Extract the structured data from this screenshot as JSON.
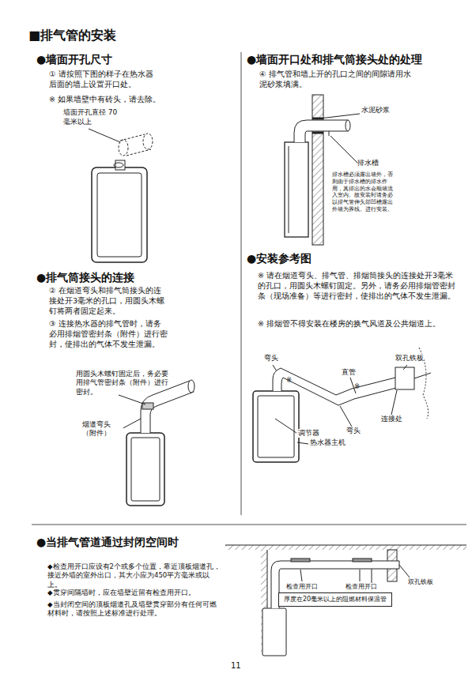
{
  "diagram": {
    "title": "■排气管的安装",
    "nodes": [
      {
        "text": [
          "厚度在20毫米以上的阻燃材料保温管"
        ]
      }
    ],
    "edges": [],
    "labels": [
      "●墙面开孔尺寸",
      "① 请按照下图的样子在热水器后面的墙上设置开口处。",
      "※ 如果墙壁中有砖头，请去除。",
      "墙面开孔直径 70毫米以上",
      "●墙面开口处和排气筒接头处的处理",
      "④ 排气管和墙上开的孔口之间的间隙请用水泥砂浆填满。",
      "水泥砂浆",
      "排水槽",
      "排水槽必须露出墙外，否则由于排水槽的排水作用，其排出的水会顺墙流入室内。故安装时请务必以排气管伸头部凹槽露出外墙为界线。进行安装。",
      "●排气筒接头的连接",
      "② 在烟道弯头和排气筒接头的连接处开3毫米的孔口，用圆头木螺钉将两者固定起来。",
      "③ 连接热水器的排气管时，请务必用排烟管密封条（附件）进行密封，使排出的气体不发生泄漏。",
      "用圆头木螺钉固定后，务必要用排气管密封条（附件）进行密封。",
      "烟道弯头（附件）",
      "●安装参考图",
      "※ 请在烟道弯头、排气管、排烟筒接头的连接处开3毫米的孔口，用圆头木螺钉固定。另外，请务必用排烟管密封条（现场准备）等进行密封，使排出的气体不发生泄漏。",
      "※ 排烟管不得安装在楼房的换气风道及公共烟道上。",
      "弯头",
      "双孔铁板",
      "直管",
      "※",
      "※",
      "调节器",
      "弯头",
      "连接处",
      "热水器主机",
      "●当排气管道通过封闭空间时",
      "◆检查用开口应设有2个或多个位置，靠近顶板烟道孔，接近外墙的室外出口，其大小应为450平方毫米或以上。",
      "◆贯穿间隔墙时，应在墙壁近留有检查用开口。",
      "◆当封闭空间的顶板烟道孔及墙壁贯穿部分有任何可燃材料时，请按照上述标准进行处理。",
      "检查用开口",
      "检查用开口",
      "双孔铁板",
      "11"
    ]
  }
}
